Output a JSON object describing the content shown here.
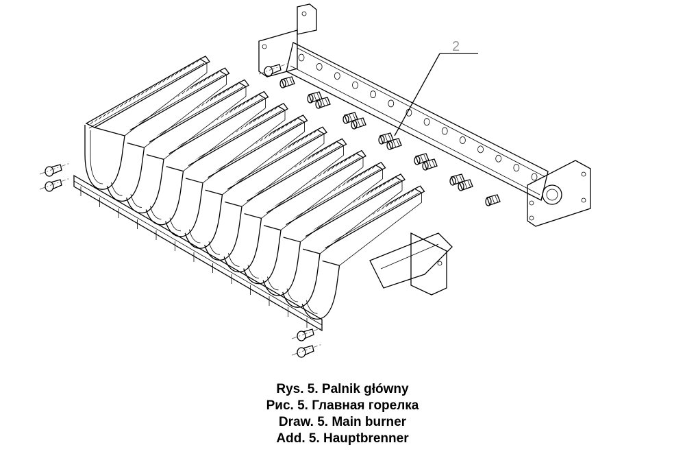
{
  "figure": {
    "callout_number": "2",
    "burner_count": 12,
    "nozzle_count": 12
  },
  "caption": {
    "pl": "Rys. 5. Palnik główny",
    "ru": "Рис. 5. Главная горелка",
    "en": "Draw. 5. Main burner",
    "de": "Add. 5. Hauptbrenner"
  }
}
